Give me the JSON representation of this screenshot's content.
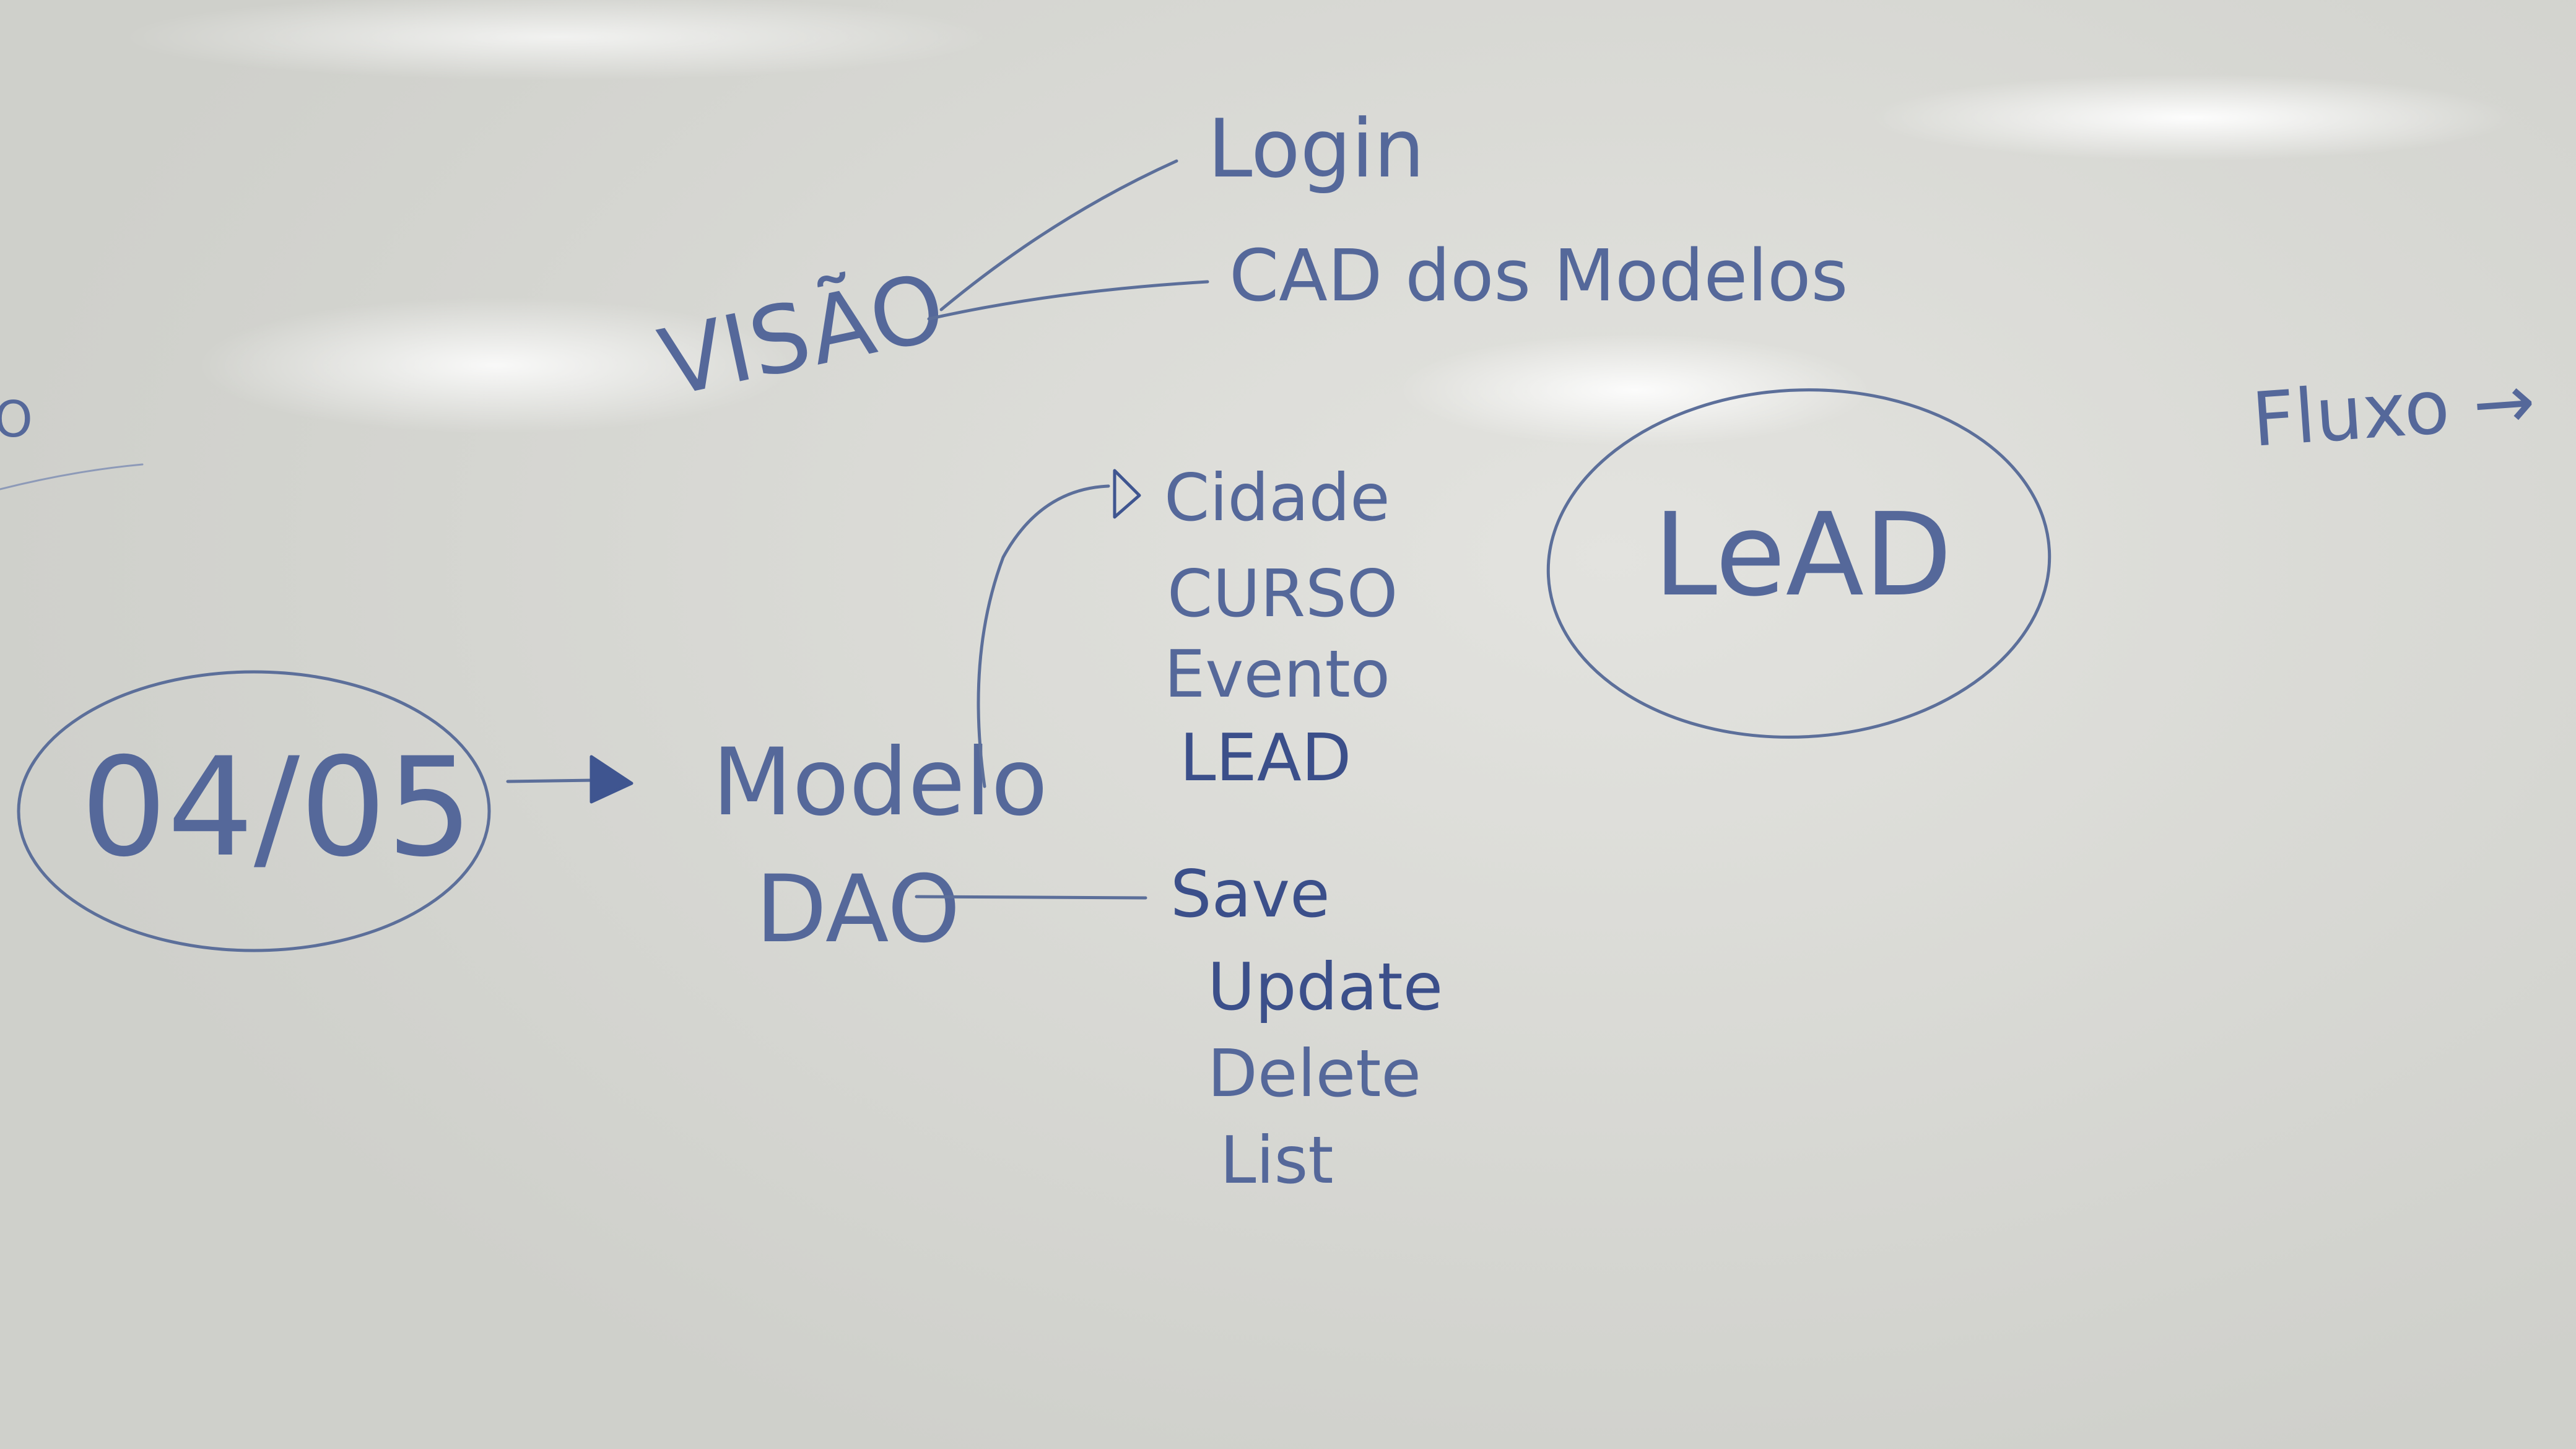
{
  "board": {
    "visao": "VISÃO",
    "visao_items": [
      "Login",
      "CAD dos Modelos"
    ],
    "date": "04/05",
    "modelo": "Modelo",
    "modelo_items": [
      "Cidade",
      "CURSO",
      "Evento",
      "LEAD"
    ],
    "dao": "DAO",
    "dao_items": [
      "Save",
      "Update",
      "Delete",
      "List"
    ],
    "lead_circle": "LeAD",
    "right_note": "Fluxo →",
    "left_edge_mark": "O"
  },
  "colors": {
    "board": "#d9d9d4",
    "marker_blue": "#55689a",
    "marker_dark_blue": "#3b4f8a"
  }
}
